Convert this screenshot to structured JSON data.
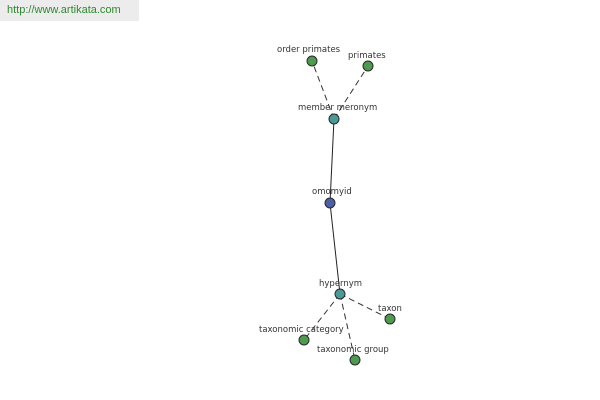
{
  "banner": {
    "url": "http://www.artikata.com"
  },
  "graph": {
    "center": {
      "label": "omomyid",
      "role": "center",
      "color": "#4a5fa8"
    },
    "hubs": [
      {
        "key": "member_meronym",
        "label": "member meronym",
        "color": "#4a9a98"
      },
      {
        "key": "hypernym",
        "label": "hypernym",
        "color": "#4a9a98"
      }
    ],
    "leaves": [
      {
        "key": "order_primates",
        "label": "order primates",
        "hub": "member_meronym",
        "color": "#4e9a4e"
      },
      {
        "key": "primates",
        "label": "primates",
        "hub": "member_meronym",
        "color": "#4e9a4e"
      },
      {
        "key": "taxon",
        "label": "taxon",
        "hub": "hypernym",
        "color": "#4e9a4e"
      },
      {
        "key": "taxonomic_category",
        "label": "taxonomic category",
        "hub": "hypernym",
        "color": "#4e9a4e"
      },
      {
        "key": "taxonomic_group",
        "label": "taxonomic group",
        "hub": "hypernym",
        "color": "#4e9a4e"
      }
    ]
  }
}
